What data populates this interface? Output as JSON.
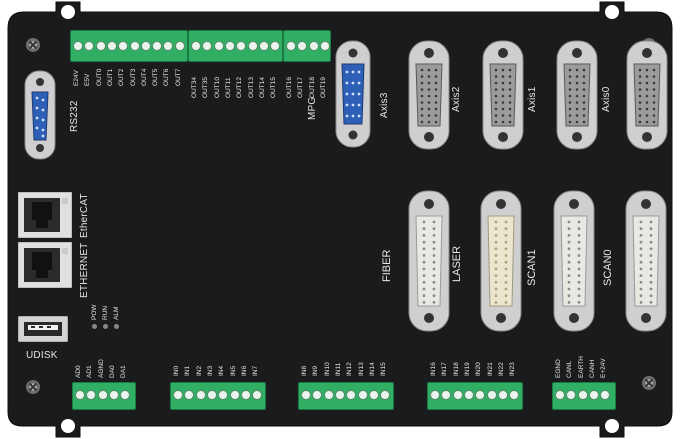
{
  "board_labels": {
    "rs232": "RS232",
    "mpg": "MPG",
    "axis3": "Axis3",
    "axis2": "Axis2",
    "axis1": "Axis1",
    "axis0": "Axis0",
    "ethercat": "EtherCAT",
    "ethernet": "ETHERNET",
    "fiber": "FIBER",
    "laser": "LASER",
    "scan1": "SCAN1",
    "scan0": "SCAN0",
    "udisk": "UDISK"
  },
  "top_pins": {
    "group1": [
      "E24V",
      "E5V",
      "OUT0",
      "OUT1",
      "OUT2",
      "OUT3",
      "OUT4",
      "OUT5",
      "OUT6",
      "OUT7"
    ],
    "group2": [
      "OUT34",
      "OUT35",
      "OUT10",
      "OUT11",
      "OUT12",
      "OUT13",
      "OUT14",
      "OUT15"
    ],
    "group3": [
      "OUT16",
      "OUT17",
      "OUT18",
      "OUT19"
    ]
  },
  "led_labels": [
    "POW",
    "RUN",
    "ALM"
  ],
  "bottom_pins": {
    "analog": [
      "AD0",
      "AD1",
      "AGND",
      "DA0",
      "DA1"
    ],
    "in0": [
      "IN0",
      "IN1",
      "IN2",
      "IN3",
      "IN4",
      "IN5",
      "IN6",
      "IN7"
    ],
    "in8": [
      "IN8",
      "IN9",
      "IN10",
      "IN11",
      "IN12",
      "IN13",
      "IN14",
      "IN15"
    ],
    "in16": [
      "IN16",
      "IN17",
      "IN18",
      "IN19",
      "IN20",
      "IN21",
      "IN22",
      "IN23"
    ],
    "can": [
      "EGND",
      "CANL",
      "EARTH",
      "CANH",
      "E+24V"
    ]
  },
  "colors": {
    "panel": "#1a1b1d",
    "terminal": "#2fae64",
    "db9_blue": "#2e5fb6",
    "dsub_silver": "#b9b9b9",
    "dsub_white": "#e9e9e4",
    "dsub_cream": "#ece6cf"
  }
}
